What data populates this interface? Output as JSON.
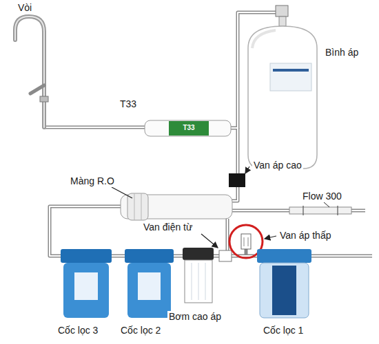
{
  "diagram": {
    "labels": [
      "Vòi",
      "Bình áp",
      "T33",
      "T33",
      "Van áp cao",
      "Màng R.O",
      "Flow 300",
      "Van áp thấp",
      "Van điện từ",
      "Bơm cao áp",
      "Cốc lọc 3",
      "Cốc lọc 2",
      "Cốc lọc 1"
    ]
  }
}
